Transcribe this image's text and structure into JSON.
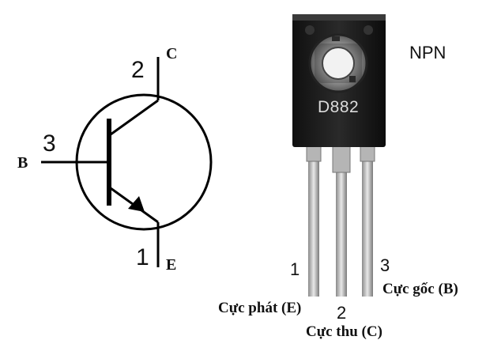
{
  "symbol": {
    "collector_number": "2",
    "collector_letter": "C",
    "base_number": "3",
    "base_letter": "B",
    "emitter_number": "1",
    "emitter_letter": "E"
  },
  "package": {
    "type": "NPN",
    "marking": "D882",
    "pin_numbers": [
      "1",
      "2",
      "3"
    ],
    "pin_names": [
      "Cực phát (E)",
      "Cực thu (C)",
      "Cực gốc (B)"
    ]
  },
  "colors": {
    "line": "#000000",
    "body": "#1a1a1a",
    "metal": "#c9c9c9",
    "text": "#111111"
  }
}
